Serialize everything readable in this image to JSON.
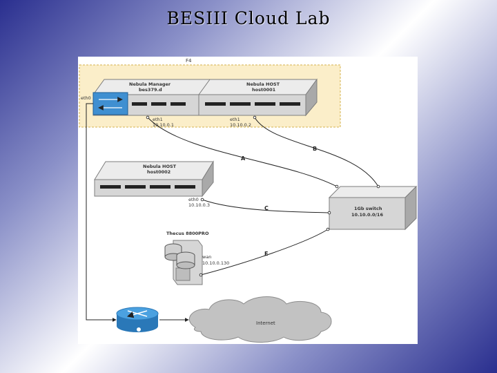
{
  "title": "BESIII Cloud Lab",
  "diagram": {
    "rack_label": "F4",
    "manager": {
      "name": "Nebula Manager",
      "host": "bes379.d"
    },
    "host1": {
      "name": "Nebula HOST",
      "host": "host0001"
    },
    "host2": {
      "name": "Nebula HOST",
      "host": "host0002"
    },
    "eth0_manager": "eth0",
    "eth1_manager": {
      "iface": "eth1",
      "ip": "10.10.0.1"
    },
    "eth1_host1": {
      "iface": "eth1",
      "ip": "10.10.0.2"
    },
    "eth0_host2": {
      "iface": "eth0",
      "ip": "10.10.0.3"
    },
    "switch": {
      "name": "1Gb switch",
      "subnet": "10.10.0.0/16"
    },
    "storage": {
      "name": "Thecus 8800PRO",
      "iface": "wan",
      "ip": "10.10.0.130"
    },
    "internet": "Internet",
    "links": [
      "A",
      "B",
      "C",
      "E"
    ],
    "colors": {
      "rack_fill": "#fbeec9",
      "rack_border": "#d4b24c",
      "server_body": "#d9d9d9",
      "server_edge": "#7d7d7d",
      "router": "#2f86c8",
      "cloud": "#c2c2c2"
    }
  }
}
